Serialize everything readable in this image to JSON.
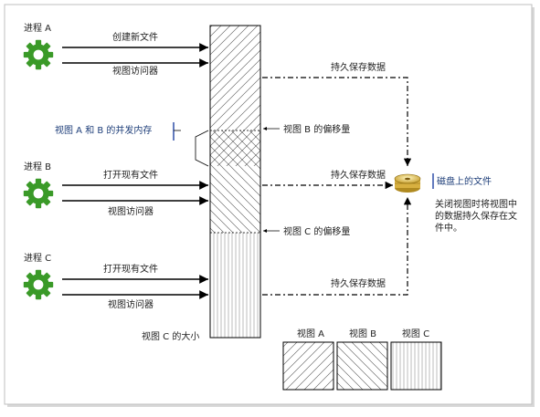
{
  "processes": [
    {
      "title": "进程 A",
      "arrow1": "创建新文件",
      "arrow2": "视图访问器"
    },
    {
      "title": "进程 B",
      "arrow1": "打开现有文件",
      "arrow2": "视图访问器"
    },
    {
      "title": "进程 C",
      "arrow1": "打开现有文件",
      "arrow2": "视图访问器"
    }
  ],
  "labels": {
    "concurrent_memory": "视图 A 和 B 的并发内存",
    "offset_b": "视图 B 的偏移量",
    "offset_c": "视图 C 的偏移量",
    "persist": "持久保存数据",
    "disk_file": "磁盘上的文件",
    "disk_note": [
      "关闭视图时将视图中",
      "的数据持久保存在文",
      "件中。"
    ],
    "view_c_size": "视图 C 的大小"
  },
  "legend": [
    "视图 A",
    "视图 B",
    "视图 C"
  ],
  "colors": {
    "gear": "#3a9a28",
    "callout_text": "#1f3f7a",
    "callout_bar": "#2f4fa8",
    "line": "#000000",
    "hatch": "#555555"
  },
  "icons": {
    "process": "gear-icon",
    "disk": "disk-icon"
  }
}
